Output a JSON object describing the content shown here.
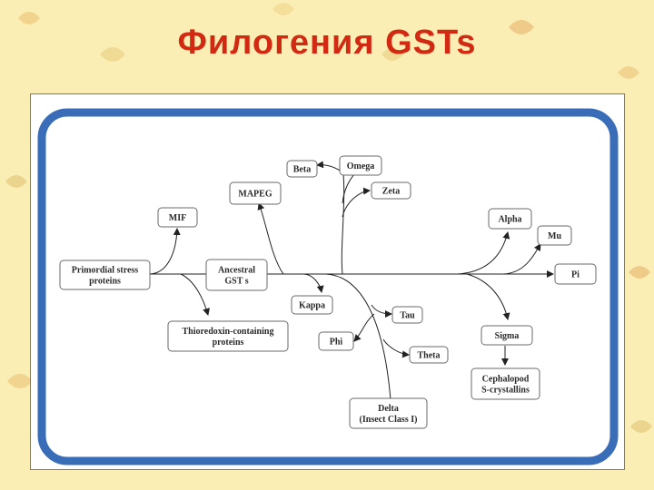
{
  "title": "Филогения GSTs",
  "colors": {
    "title": "#d22a12",
    "frame": "#3a6db8",
    "background": "#fbeeb4"
  },
  "diagram": {
    "nodes": {
      "primordial": [
        "Primordial stress",
        "proteins"
      ],
      "ancestral": [
        "Ancestral",
        "GST s"
      ],
      "mif": [
        "MIF"
      ],
      "mapeg": [
        "MAPEG"
      ],
      "beta": [
        "Beta"
      ],
      "omega": [
        "Omega"
      ],
      "zeta": [
        "Zeta"
      ],
      "alpha": [
        "Alpha"
      ],
      "mu": [
        "Mu"
      ],
      "pi": [
        "Pi"
      ],
      "kappa": [
        "Kappa"
      ],
      "thioredoxin": [
        "Thioredoxin-containing",
        "proteins"
      ],
      "tau": [
        "Tau"
      ],
      "phi": [
        "Phi"
      ],
      "theta": [
        "Theta"
      ],
      "delta": [
        "Delta",
        "(Insect Class I)"
      ],
      "sigma": [
        "Sigma"
      ],
      "cephalopod": [
        "Cephalopod",
        "S-crystallins"
      ]
    }
  }
}
